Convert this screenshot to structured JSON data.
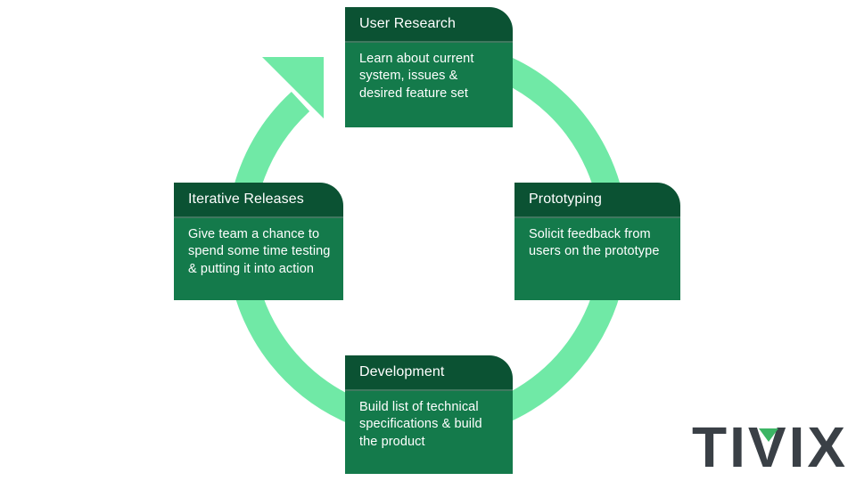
{
  "cycle": {
    "ring_color": "#70E9A6",
    "colors": {
      "card_header": "#0B5233",
      "card_body": "#147A4B",
      "card_text": "#FFFFFF"
    },
    "steps": [
      {
        "title": "User Research",
        "description": "Learn about current system, issues & desired feature set"
      },
      {
        "title": "Prototyping",
        "description": "Solicit feedback from users on the prototype"
      },
      {
        "title": "Development",
        "description": "Build list of technical specifications & build the product"
      },
      {
        "title": "Iterative Releases",
        "description": "Give team a chance to spend some time testing & putting it into action"
      }
    ]
  },
  "logo": {
    "text": "TIVIX",
    "text_color": "#3A4046",
    "triangle_color": "#3BB564"
  }
}
